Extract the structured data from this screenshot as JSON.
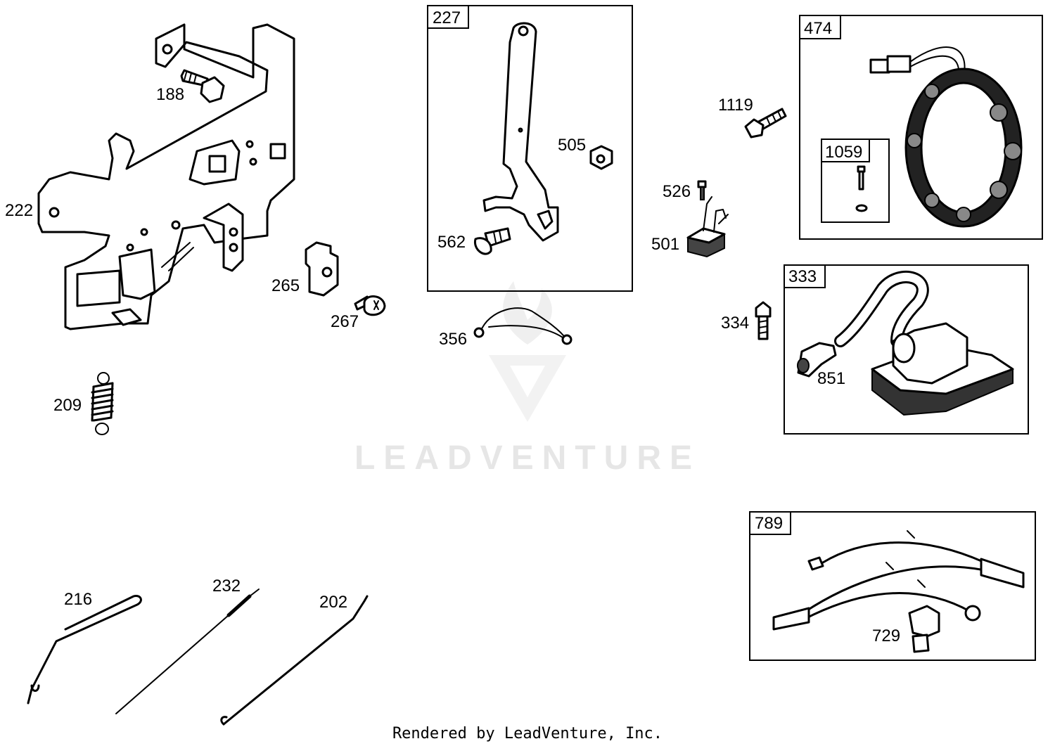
{
  "parts": {
    "p188": "188",
    "p222": "222",
    "p209": "209",
    "p265": "265",
    "p267": "267",
    "p227": "227",
    "p505": "505",
    "p562": "562",
    "p356": "356",
    "p1119": "1119",
    "p474": "474",
    "p1059": "1059",
    "p526": "526",
    "p501": "501",
    "p333": "333",
    "p334": "334",
    "p851": "851",
    "p789": "789",
    "p729": "729",
    "p216": "216",
    "p232": "232",
    "p202": "202"
  },
  "watermark": {
    "brand": "LEADVENTURE"
  },
  "footer": {
    "credit": "Rendered by LeadVenture, Inc."
  },
  "colors": {
    "line": "#000000",
    "background": "#ffffff",
    "watermark": "#e6e6e6"
  }
}
